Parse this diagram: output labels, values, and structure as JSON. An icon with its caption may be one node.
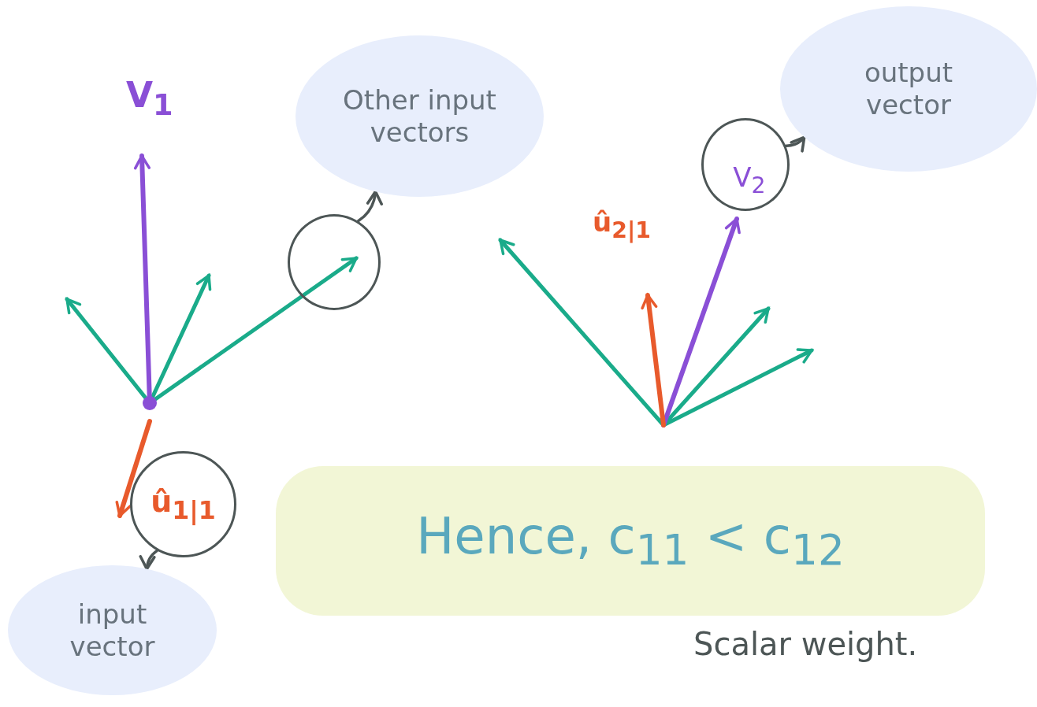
{
  "diagram": {
    "nodes": [
      {
        "text": [
          "Other input vectors"
        ]
      },
      {
        "text": [],
        "shape": "circle"
      },
      {
        "text": [
          "output vector"
        ]
      },
      {
        "text": [
          "V$_{2}$"
        ]
      },
      {
        "text": [
          "û$_{1|1}$"
        ]
      },
      {
        "text": [
          "input vector"
        ]
      },
      {
        "text": [
          "Hence, c$_{11}$ < c$_{12}$"
        ]
      }
    ],
    "edges": [
      {
        "from": 1,
        "to": 0,
        "arrow": "to"
      },
      {
        "from": 3,
        "to": 2,
        "arrow": "to"
      },
      {
        "from": 4,
        "to": 5,
        "arrow": "to"
      }
    ],
    "labels": [
      "V$_{1}$",
      "û$_{2|1}$",
      "Scalar weight."
    ]
  }
}
